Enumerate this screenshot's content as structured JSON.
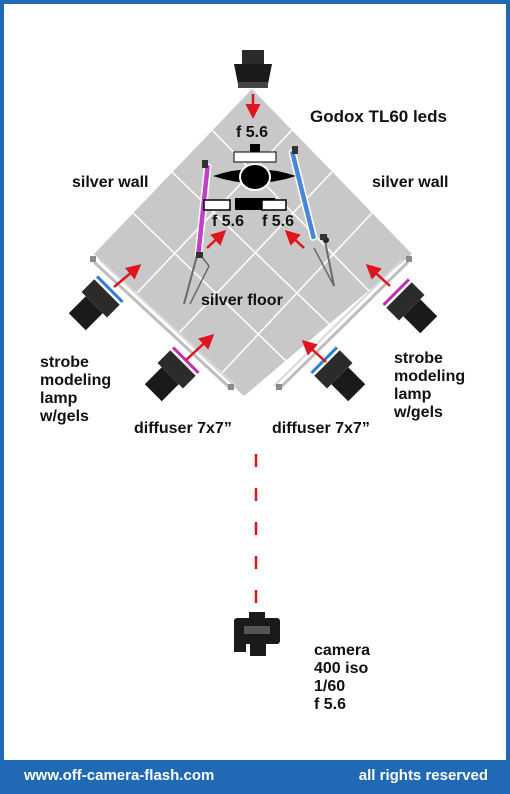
{
  "labels": {
    "godox": "Godox TL60 leds",
    "top_fstop": "f 5.6",
    "left_fstop": "f 5.6",
    "right_fstop": "f 5.6",
    "silver_wall_left": "silver wall",
    "silver_wall_right": "silver wall",
    "silver_floor": "silver floor",
    "strobe_left": "strobe\nmodeling\nlamp\nw/gels",
    "strobe_right": "strobe\nmodeling\nlamp\nw/gels",
    "diffuser_left": "diffuser 7x7”",
    "diffuser_right": "diffuser 7x7”",
    "camera": "camera\n400 iso\n1/60\nf 5.6"
  },
  "footer": {
    "website": "www.off-camera-flash.com",
    "rights": "all rights reserved"
  },
  "colors": {
    "border": "#1f69b5",
    "floor": "#c8c8c8",
    "floor_lines": "#ffffff",
    "arrow": "#e0141e",
    "tube_left_gel": "#c040c8",
    "tube_right_gel": "#4a86d8",
    "gel_blue": "#2a7fd4",
    "gel_magenta": "#c030b0"
  },
  "icons": [
    "strobe-head-icon",
    "camera-icon",
    "led-tube-icon",
    "light-stand-icon",
    "subject-icon"
  ]
}
